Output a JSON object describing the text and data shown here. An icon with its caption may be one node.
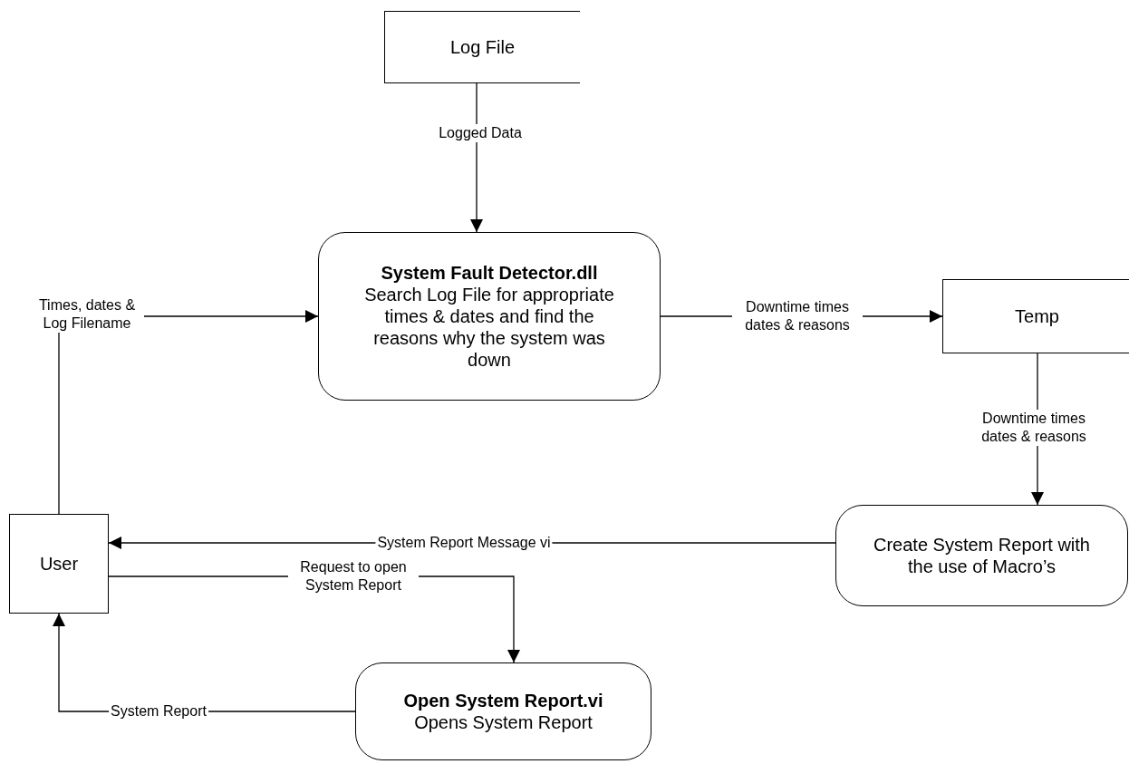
{
  "diagram": {
    "nodes": [
      {
        "text": [
          "Log File"
        ]
      },
      {
        "text": [
          "System Fault Detector.dll",
          "Search Log File for appropriate times & dates and find the reasons why the system was down"
        ]
      },
      {
        "text": [
          "Temp"
        ]
      },
      {
        "text": [
          "Create System Report with the use of Macro’s"
        ]
      },
      {
        "text": [
          "User"
        ]
      },
      {
        "text": [
          "Open System Report.vi",
          "Opens System Report"
        ]
      }
    ],
    "edges": [
      {
        "from": 0,
        "to": 1,
        "arrow": "to",
        "label": "Logged Data"
      },
      {
        "from": 4,
        "to": 1,
        "arrow": "to",
        "label": "Times, dates & Log Filename"
      },
      {
        "from": 1,
        "to": 2,
        "arrow": "to",
        "label": "Downtime times dates & reasons"
      },
      {
        "from": 2,
        "to": 3,
        "arrow": "to",
        "label": "Downtime times dates & reasons"
      },
      {
        "from": 3,
        "to": 4,
        "arrow": "to",
        "label": "System Report Message vi"
      },
      {
        "from": 4,
        "to": 5,
        "arrow": "to",
        "label": "Request to open System Report"
      },
      {
        "from": 5,
        "to": 4,
        "arrow": "to",
        "label": "System Report"
      }
    ]
  }
}
